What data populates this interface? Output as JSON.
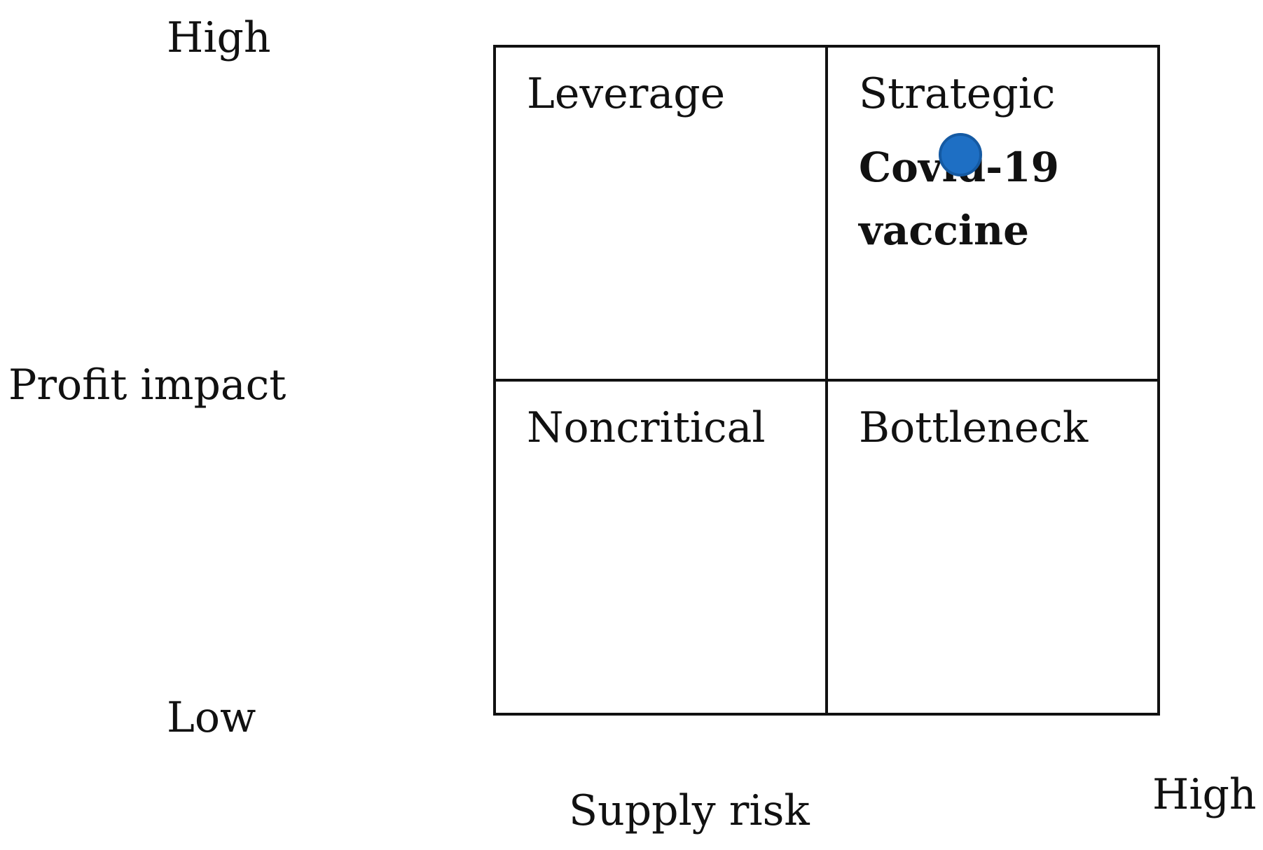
{
  "axes": {
    "y_title": "Profit impact",
    "y_high": "High",
    "y_low": "Low",
    "x_title": "Supply risk",
    "x_high": "High"
  },
  "quadrants": {
    "top_left": "Leverage",
    "top_right": "Strategic",
    "bottom_left": "Noncritical",
    "bottom_right": "Bottleneck"
  },
  "item": {
    "label": "Covid-19 vaccine",
    "quadrant": "Strategic",
    "marker_color": "#1e6fc4"
  }
}
